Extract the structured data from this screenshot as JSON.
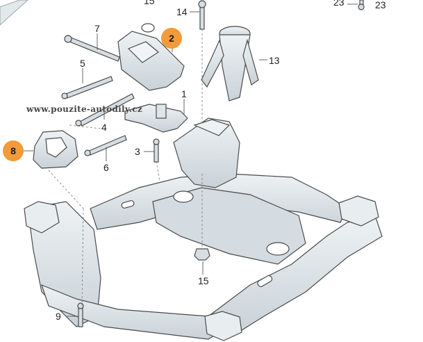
{
  "watermark": "www.pouzite-autodily.cz",
  "colors": {
    "part_fill": "#dfe6ea",
    "part_shade": "#b9c4cb",
    "outline": "#4a4a4a",
    "highlight_badge": "#f39a3b",
    "leader": "#555555"
  },
  "callouts": {
    "c1": "1",
    "c2": "2",
    "c3": "3",
    "c4": "4",
    "c5": "5",
    "c6": "6",
    "c7": "7",
    "c8": "8",
    "c9": "9",
    "c13": "13",
    "c14": "14",
    "c15": "15",
    "c23a": "23",
    "c23b": "23",
    "c_top": "15"
  }
}
